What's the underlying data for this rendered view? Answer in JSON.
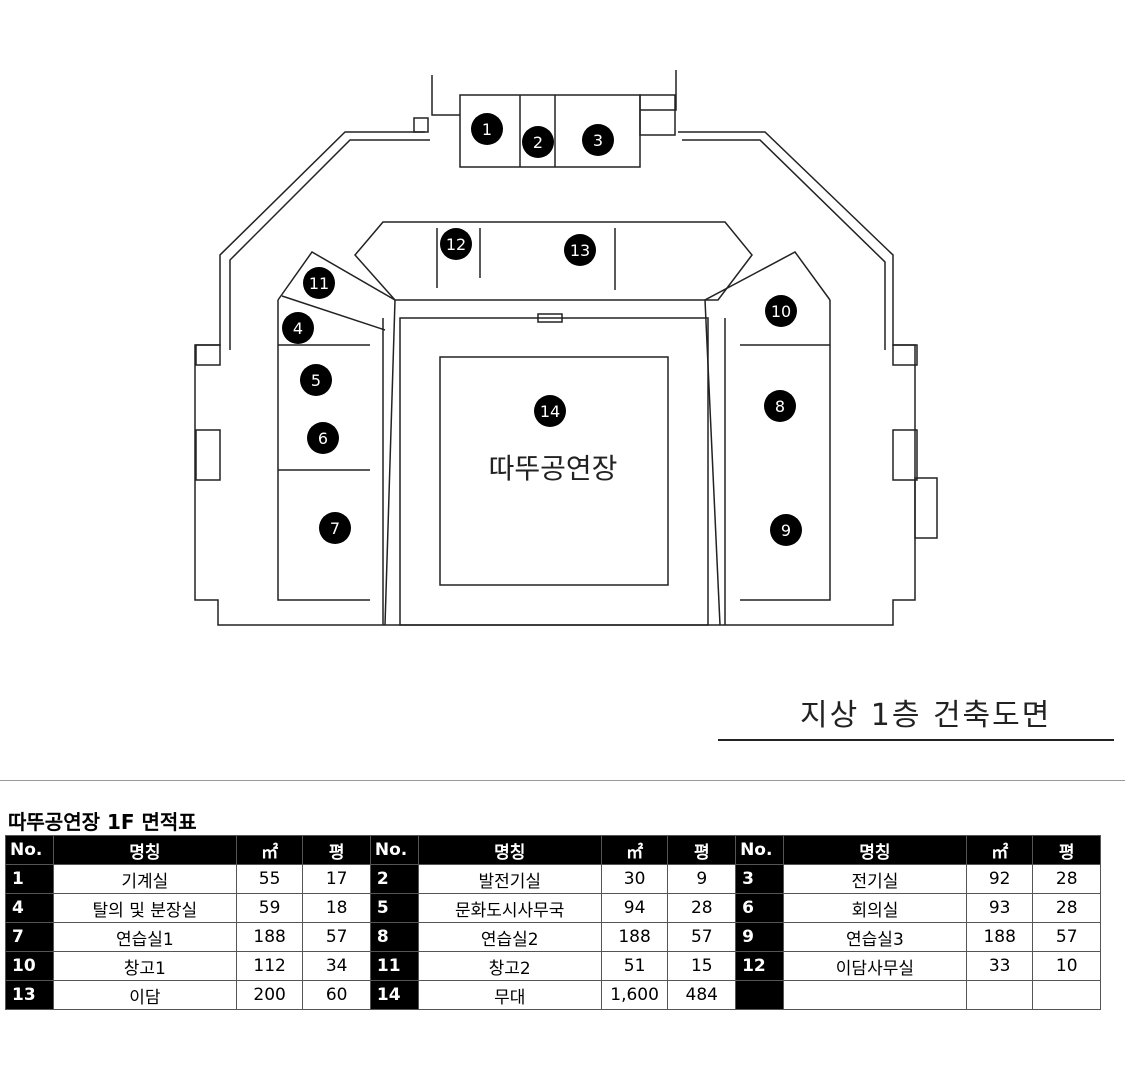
{
  "plan": {
    "hall_label": "따뚜공연장",
    "room_markers": [
      "1",
      "2",
      "3",
      "4",
      "5",
      "6",
      "7",
      "8",
      "9",
      "10",
      "11",
      "12",
      "13",
      "14"
    ]
  },
  "caption": "지상 1층  건축도면",
  "table": {
    "title": "따뚜공연장 1F 면적표",
    "headers": [
      "No.",
      "명칭",
      "㎡",
      "평"
    ],
    "rows": [
      [
        [
          "1",
          "기계실",
          "55",
          "17"
        ],
        [
          "2",
          "발전기실",
          "30",
          "9"
        ],
        [
          "3",
          "전기실",
          "92",
          "28"
        ]
      ],
      [
        [
          "4",
          "탈의 및 분장실",
          "59",
          "18"
        ],
        [
          "5",
          "문화도시사무국",
          "94",
          "28"
        ],
        [
          "6",
          "회의실",
          "93",
          "28"
        ]
      ],
      [
        [
          "7",
          "연습실1",
          "188",
          "57"
        ],
        [
          "8",
          "연습실2",
          "188",
          "57"
        ],
        [
          "9",
          "연습실3",
          "188",
          "57"
        ]
      ],
      [
        [
          "10",
          "창고1",
          "112",
          "34"
        ],
        [
          "11",
          "창고2",
          "51",
          "15"
        ],
        [
          "12",
          "이담사무실",
          "33",
          "10"
        ]
      ],
      [
        [
          "13",
          "이담",
          "200",
          "60"
        ],
        [
          "14",
          "무대",
          "1,600",
          "484"
        ],
        [
          "",
          "",
          "",
          ""
        ]
      ]
    ]
  }
}
